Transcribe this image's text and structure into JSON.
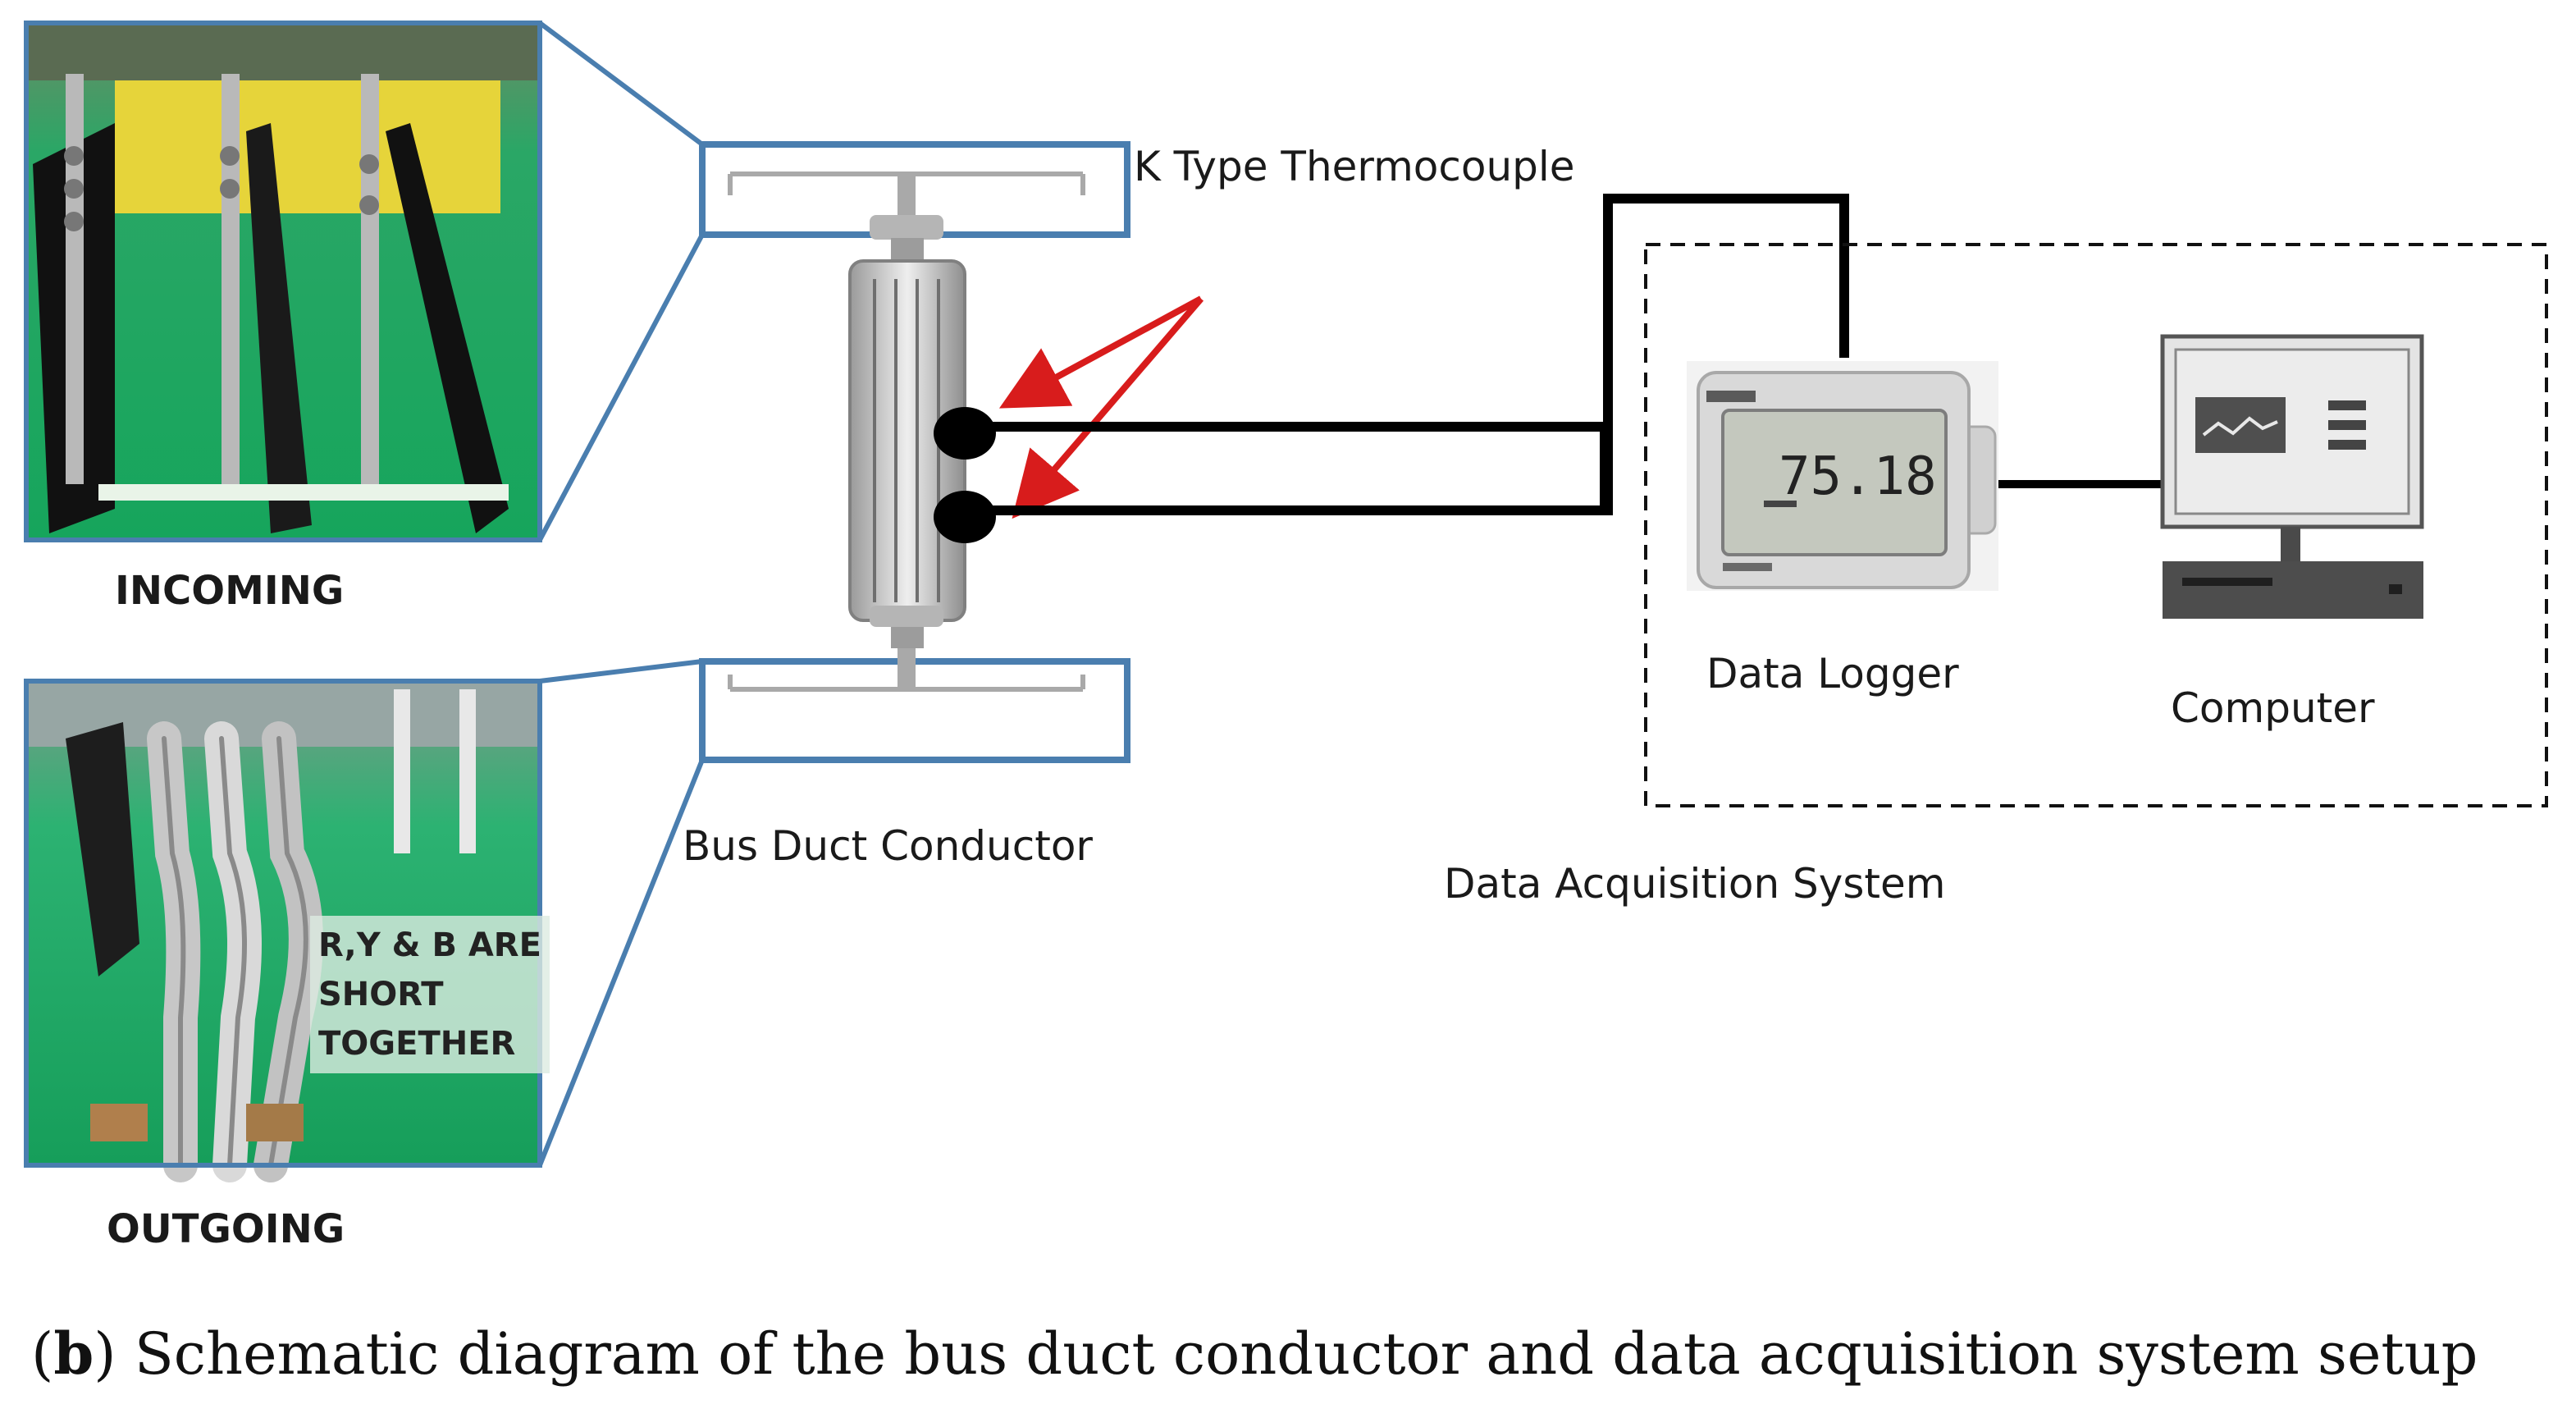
{
  "labels": {
    "incoming": "INCOMING",
    "outgoing": "OUTGOING",
    "thermocouple": "K Type Thermocouple",
    "bus_duct_conductor": "Bus Duct Conductor",
    "data_logger": "Data Logger",
    "computer": "Computer",
    "das": "Data Acquisition System",
    "short_note": "R,Y & B ARE\nSHORT\nTOGETHER",
    "logger_reading": "75.18"
  },
  "caption": {
    "letter": "b",
    "paren_open": "(",
    "paren_close": ")",
    "text": " Schematic diagram of the bus duct conductor and data acquisition system setup"
  },
  "colors": {
    "callout_box": "#4a7eaf",
    "arrow": "#d81c1c",
    "wire": "#000000",
    "green_floor": "#1fb366",
    "yellow_panel": "#e8d636"
  }
}
